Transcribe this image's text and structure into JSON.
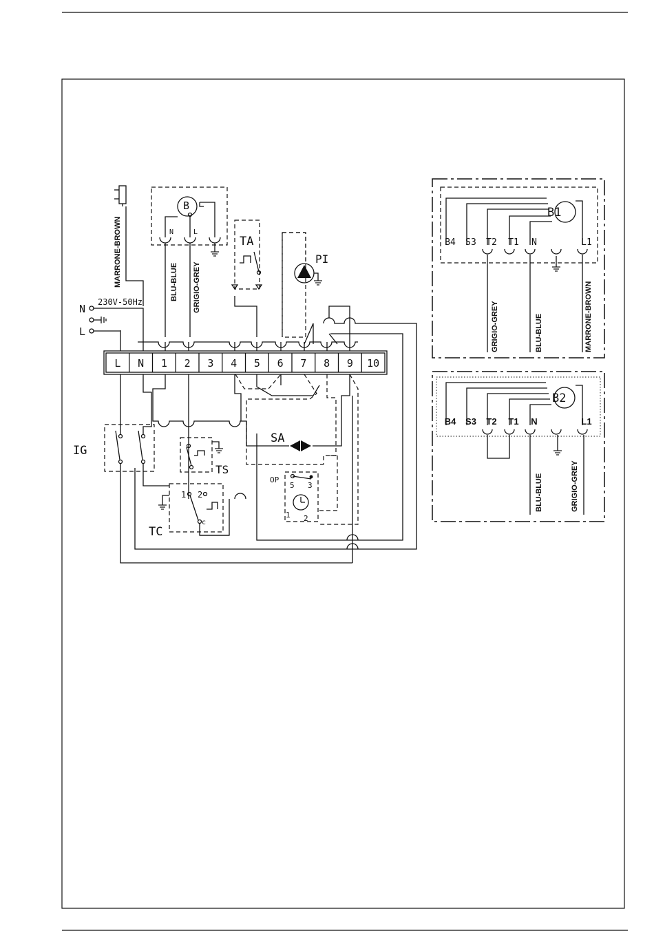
{
  "terminals": [
    "L",
    "N",
    "1",
    "2",
    "3",
    "4",
    "5",
    "6",
    "7",
    "8",
    "9",
    "10"
  ],
  "supply": {
    "n": "N",
    "l": "L",
    "voltage": "230V-50Hz"
  },
  "wires": {
    "brown": "MARRONE-BROWN",
    "blue": "BLU-BLUE",
    "grey": "GRIGIO-GREY"
  },
  "components": {
    "burner": "B",
    "room_thermostat": "TA",
    "pump": "PI",
    "diverter_valve": "SA",
    "safety_thermostat": "TS",
    "boiler_thermostat": "TC",
    "main_switch": "IG",
    "programmer": "OP"
  },
  "burner_pins": {
    "n": "N",
    "l": "L"
  },
  "tc_pins": {
    "p1": "1",
    "p2": "2",
    "c": "c"
  },
  "op_pins": {
    "p5": "5",
    "p3": "3",
    "p1": "1",
    "p2": "2"
  },
  "b1_panel": {
    "title": "B1",
    "pins": [
      "B4",
      "S3",
      "T2",
      "T1",
      "N",
      "L1"
    ],
    "wire_labels": [
      "GRIGIO-GREY",
      "BLU-BLUE",
      "MARRONE-BROWN"
    ]
  },
  "b2_panel": {
    "title": "B2",
    "pins": [
      "B4",
      "S3",
      "T2",
      "T1",
      "N",
      "L1"
    ],
    "wire_labels": [
      "BLU-BLUE",
      "GRIGIO-GREY"
    ]
  }
}
